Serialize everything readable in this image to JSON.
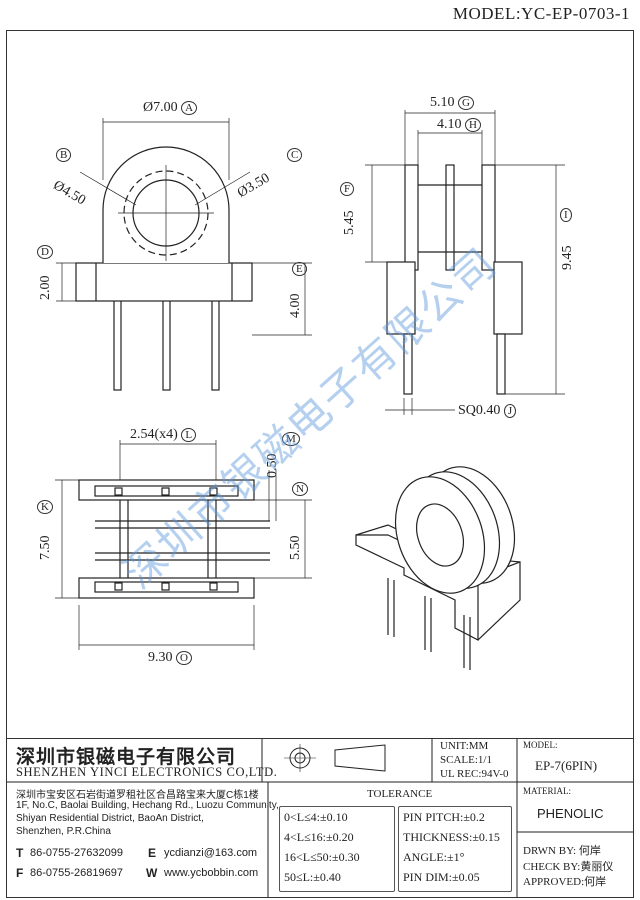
{
  "header": {
    "model": "MODEL:YC-EP-0703-1"
  },
  "dimensions": {
    "d_outer": {
      "value": "Ø7.00",
      "tag": "A"
    },
    "d_mid": {
      "value": "Ø4.50",
      "tag": "B"
    },
    "d_inner": {
      "value": "Ø3.50",
      "tag": "C"
    },
    "flange_h": {
      "value": "2.00",
      "tag": "D"
    },
    "base_h": {
      "value": "4.00",
      "tag": "E"
    },
    "side_mid_h": {
      "value": "5.45",
      "tag": "F"
    },
    "side_width": {
      "value": "5.10",
      "tag": "G"
    },
    "side_inner_w": {
      "value": "4.10",
      "tag": "H"
    },
    "side_total_h": {
      "value": "9.45",
      "tag": "I"
    },
    "pin_square": {
      "value": "SQ0.40",
      "tag": "J"
    },
    "bottom_depth": {
      "value": "7.50",
      "tag": "K"
    },
    "pin_pitch": {
      "value": "2.54(x4)",
      "tag": "L"
    },
    "wall": {
      "value": "0.50",
      "tag": "M"
    },
    "inner_depth": {
      "value": "5.50",
      "tag": "N"
    },
    "bottom_width": {
      "value": "9.30",
      "tag": "O"
    }
  },
  "watermark": "深圳市银磁电子有限公司",
  "company": {
    "name_cn": "深圳市银磁电子有限公司",
    "name_en": "SHENZHEN YINCI ELECTRONICS CO,LTD.",
    "address_cn": "深圳市宝安区石岩街道罗租社区合昌路宝来大厦C栋1楼",
    "address_en": [
      "1F, No.C, Baolai Building, Hechang Rd., Luozu Community,",
      "Shiyan Residential District, BaoAn District,",
      "Shenzhen, P.R.China"
    ],
    "tel_label": "T",
    "tel": "86-0755-27632099",
    "fax_label": "F",
    "fax": "86-0755-26819697",
    "email_label": "E",
    "email": "ycdianzi@163.com",
    "web_label": "W",
    "web": "www.ycbobbin.com"
  },
  "spec": {
    "unit": "UNIT:MM",
    "scale": "SCALE:1/1",
    "ul": "UL REC:94V-0",
    "model_label": "MODEL:",
    "model_value": "EP-7(6PIN)",
    "material_label": "MATERIAL:",
    "material_value": "PHENOLIC",
    "drawn": "DRWN BY: 何岸",
    "check": "CHECK BY:黄丽仪",
    "approved": "APPROVED:何岸"
  },
  "tolerance": {
    "title": "TOLERANCE",
    "left": [
      "0<L≤4:±0.10",
      "4<L≤16:±0.20",
      "16<L≤50:±0.30",
      "50≤L:±0.40"
    ],
    "right": [
      "PIN PITCH:±0.2",
      "THICKNESS:±0.15",
      "ANGLE:±1°",
      "PIN DIM:±0.05"
    ]
  }
}
